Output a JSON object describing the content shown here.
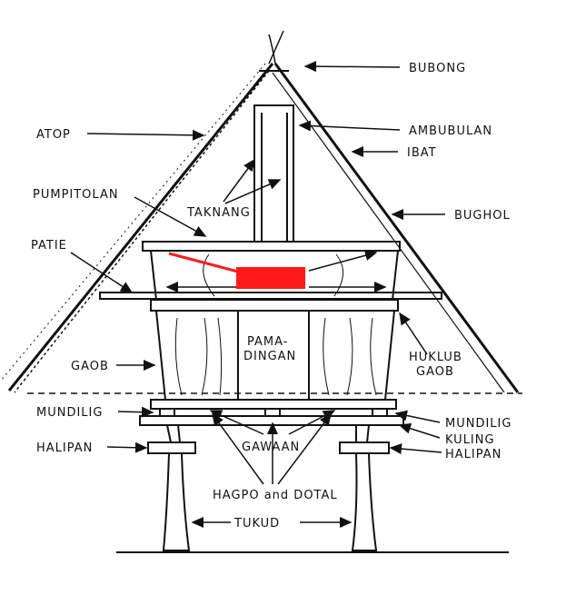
{
  "labels": {
    "bubong": "BUBONG",
    "atop": "ATOP",
    "ambubulan": "AMBUBULAN",
    "ibat": "IBAT",
    "pumpitolan": "PUMPITOLAN",
    "taknang": "TAKNANG",
    "bughol": "BUGHOL",
    "patie": "PATIE",
    "pamadingan_1": "PAMA-",
    "pamadingan_2": "DINGAN",
    "gaob": "GAOB",
    "huklub": "HUKLUB",
    "huklub_gaob": "GAOB",
    "mundilig_left": "MUNDILIG",
    "mundilig_right": "MUNDILIG",
    "kuling": "KULING",
    "gawaan": "GAWAAN",
    "halipan_left": "HALIPAN",
    "halipan_right": "HALIPAN",
    "hagpo": "HAGPO and DOTAL",
    "tukud": "TUKUD"
  },
  "colors": {
    "ink": "#111111",
    "redact": "#ff1a1a"
  }
}
